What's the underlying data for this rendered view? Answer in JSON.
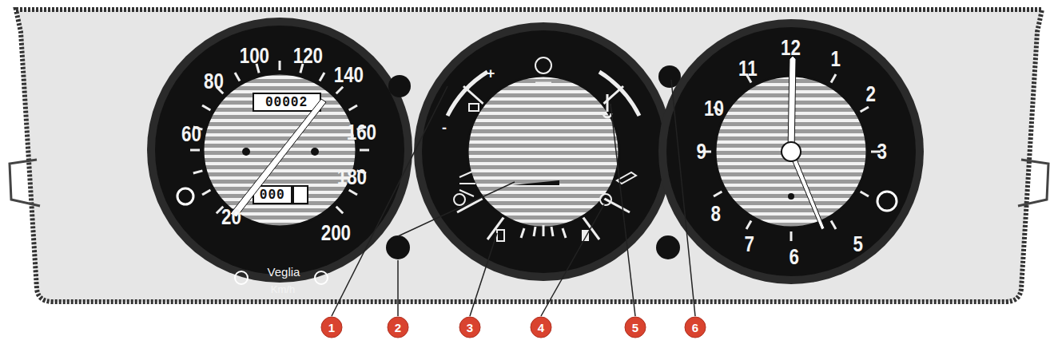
{
  "diagram": {
    "labels": [
      "20",
      "60",
      "80",
      "100",
      "120",
      "140",
      "160",
      "180",
      "200",
      "00002",
      "000",
      "Veglia",
      "Km/h",
      "+",
      "-",
      "12",
      "1",
      "2",
      "3",
      "5",
      "6",
      "7",
      "8",
      "9",
      "10",
      "11",
      "1",
      "2",
      "3",
      "4",
      "5",
      "6"
    ]
  }
}
